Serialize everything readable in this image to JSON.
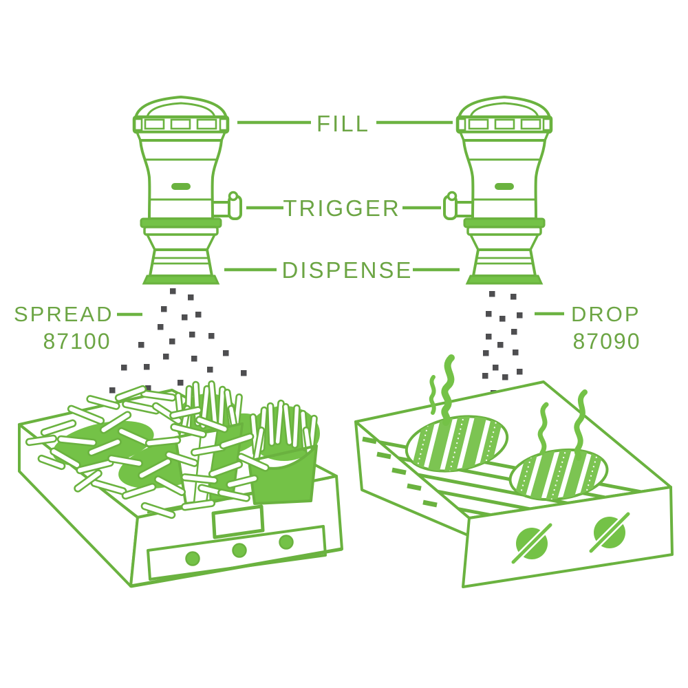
{
  "diagram": {
    "background": "#ffffff",
    "accent_green": "#6ab23f",
    "fill_green": "#74c247",
    "label_green": "#6ca544",
    "particle_gray": "#4e4e50",
    "callouts": {
      "fill": "FILL",
      "trigger": "TRIGGER",
      "dispense": "DISPENSE"
    },
    "products": {
      "left": {
        "action": "SPREAD",
        "model": "87100"
      },
      "right": {
        "action": "DROP",
        "model": "87090"
      }
    }
  }
}
